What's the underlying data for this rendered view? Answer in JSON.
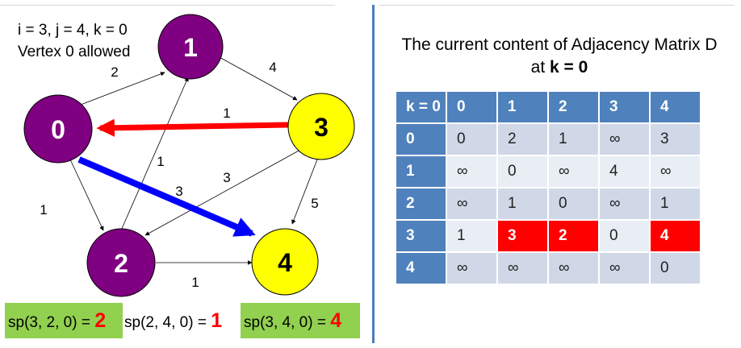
{
  "status": {
    "line1": "i = 3, j = 4, k = 0",
    "line2": "Vertex 0 allowed"
  },
  "colors": {
    "purple_node": "#7f0080",
    "yellow_node": "#ffff00",
    "red_arrow": "#ff0000",
    "blue_arrow": "#0000ff",
    "table_header": "#4f81bd",
    "highlight": "#ff0000",
    "green_box": "#92d050"
  },
  "graph": {
    "nodes": [
      {
        "id": "0",
        "color": "purple"
      },
      {
        "id": "1",
        "color": "purple"
      },
      {
        "id": "2",
        "color": "purple"
      },
      {
        "id": "3",
        "color": "yellow"
      },
      {
        "id": "4",
        "color": "yellow"
      }
    ],
    "edges": [
      {
        "from": "0",
        "to": "1",
        "weight": "2"
      },
      {
        "from": "1",
        "to": "3",
        "weight": "4"
      },
      {
        "from": "3",
        "to": "0",
        "weight": "1",
        "highlight": "red"
      },
      {
        "from": "0",
        "to": "4",
        "weight": "3",
        "highlight": "blue"
      },
      {
        "from": "0",
        "to": "2",
        "weight": "1"
      },
      {
        "from": "2",
        "to": "1",
        "weight": "1"
      },
      {
        "from": "3",
        "to": "2",
        "weight": "3"
      },
      {
        "from": "3",
        "to": "4",
        "weight": "5"
      },
      {
        "from": "2",
        "to": "4",
        "weight": "1"
      }
    ]
  },
  "matrix": {
    "title_line1": "The current content of Adjacency Matrix D",
    "title_line2_prefix": "at ",
    "title_line2_bold": "k = 0",
    "header": [
      "k = 0",
      "0",
      "1",
      "2",
      "3",
      "4"
    ],
    "rows": [
      {
        "label": "0",
        "cells": [
          "0",
          "2",
          "1",
          "∞",
          "3"
        ]
      },
      {
        "label": "1",
        "cells": [
          "∞",
          "0",
          "∞",
          "4",
          "∞"
        ]
      },
      {
        "label": "2",
        "cells": [
          "∞",
          "1",
          "0",
          "∞",
          "1"
        ]
      },
      {
        "label": "3",
        "cells": [
          "1",
          "3",
          "2",
          "0",
          "4"
        ]
      },
      {
        "label": "4",
        "cells": [
          "∞",
          "∞",
          "∞",
          "∞",
          "0"
        ]
      }
    ],
    "highlighted_cells": [
      [
        3,
        1
      ],
      [
        3,
        2
      ],
      [
        3,
        4
      ]
    ]
  },
  "shortest_paths": [
    {
      "label": "sp(3, 2, 0) = ",
      "value": "2",
      "boxed": true
    },
    {
      "label": "sp(2, 4, 0) = ",
      "value": "1",
      "boxed": false
    },
    {
      "label": "sp(3, 4, 0) = ",
      "value": "4",
      "boxed": true
    }
  ]
}
